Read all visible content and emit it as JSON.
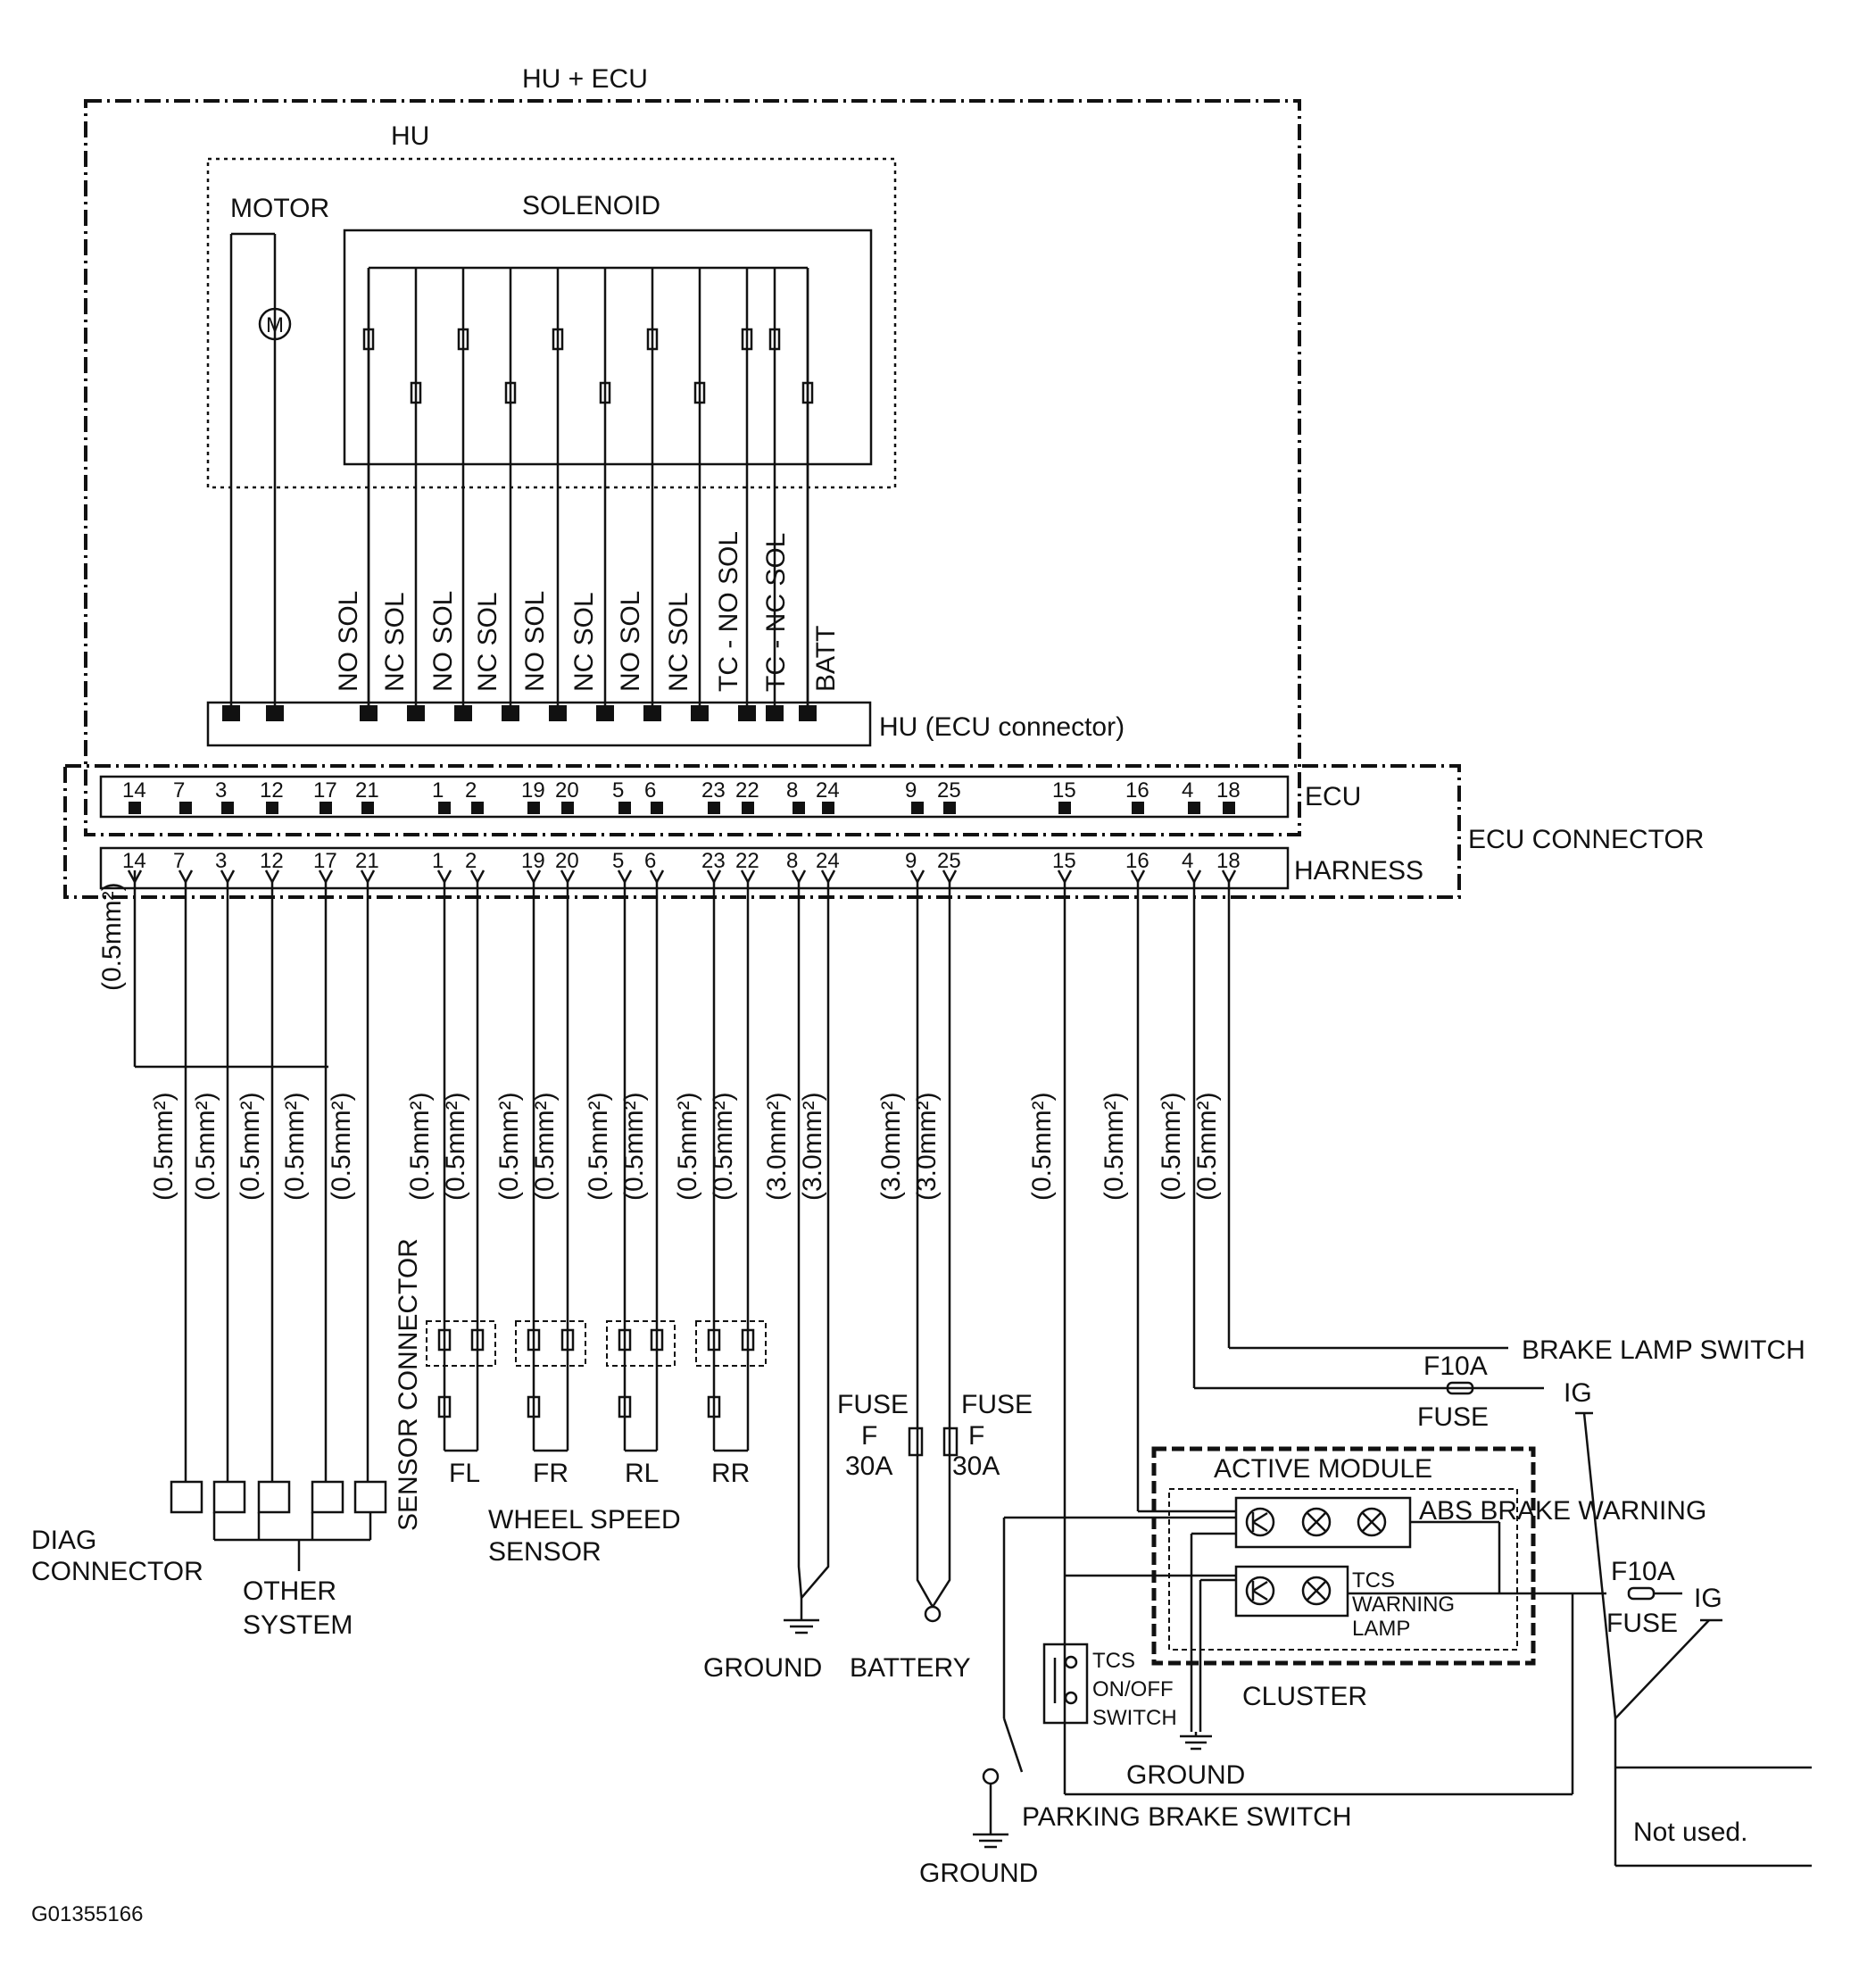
{
  "labels": {
    "hu_ecu": "HU + ECU",
    "hu": "HU",
    "motor": "MOTOR",
    "solenoid": "SOLENOID",
    "motor_symbol": "M",
    "hu_connector": "HU (ECU connector)",
    "ecu": "ECU",
    "ecu_connector": "ECU CONNECTOR",
    "harness": "HARNESS",
    "diag_connector_1": "DIAG",
    "diag_connector_2": "CONNECTOR",
    "other_system_1": "OTHER",
    "other_system_2": "SYSTEM",
    "sensor_connector": "SENSOR CONNECTOR",
    "fl": "FL",
    "fr": "FR",
    "rl": "RL",
    "rr": "RR",
    "wheel_speed_1": "WHEEL SPEED",
    "wheel_speed_2": "SENSOR",
    "fuse_left": "FUSE",
    "fuse_right": "FUSE",
    "fuse_f_left": "F",
    "fuse_f_right": "F",
    "fuse_30a_left": "30A",
    "fuse_30a_right": "30A",
    "ground_1": "GROUND",
    "battery": "BATTERY",
    "brake_lamp_switch": "BRAKE LAMP SWITCH",
    "f10a_top": "F10A",
    "fuse_top": "FUSE",
    "ig_top": "IG",
    "active_module": "ACTIVE MODULE",
    "abs_brake_warning": "ABS BRAKE WARNING",
    "tcs_1": "TCS",
    "warning": "WARNING",
    "lamp": "LAMP",
    "f10a_bottom": "F10A",
    "fuse_bottom": "FUSE",
    "ig_bottom": "IG",
    "tcs_switch_1": "TCS",
    "tcs_switch_2": "ON/OFF",
    "tcs_switch_3": "SWITCH",
    "cluster": "CLUSTER",
    "ground_2": "GROUND",
    "parking_brake_switch": "PARKING BRAKE SWITCH",
    "ground_3": "GROUND",
    "not_used": "Not used.",
    "figure_id": "G01355166",
    "wire_spec_left": "(0.5mm²)"
  },
  "solenoid_labels": [
    "NO SOL",
    "NC SOL",
    "NO SOL",
    "NC SOL",
    "NO SOL",
    "NC SOL",
    "NO SOL",
    "NC SOL",
    "TC - NO SOL",
    "TC - NC SOL",
    "BATT"
  ],
  "pins": [
    "14",
    "7",
    "3",
    "12",
    "17",
    "21",
    "1",
    "2",
    "19",
    "20",
    "5",
    "6",
    "23",
    "22",
    "8",
    "24",
    "9",
    "25",
    "15",
    "16",
    "4",
    "18"
  ],
  "wire_specs": [
    "(0.5mm²)",
    "(0.5mm²)",
    "(0.5mm²)",
    "(0.5mm²)",
    "(0.5mm²)",
    "(0.5mm²)",
    "(0.5mm²)",
    "(0.5mm²)",
    "(0.5mm²)",
    "(0.5mm²)",
    "(0.5mm²)",
    "(0.5mm²)",
    "(0.5mm²)",
    "(3.0mm²)",
    "(3.0mm²)",
    "(3.0mm²)",
    "(3.0mm²)",
    "(0.5mm²)",
    "(0.5mm²)",
    "(0.5mm²)",
    "(0.5mm²)"
  ]
}
